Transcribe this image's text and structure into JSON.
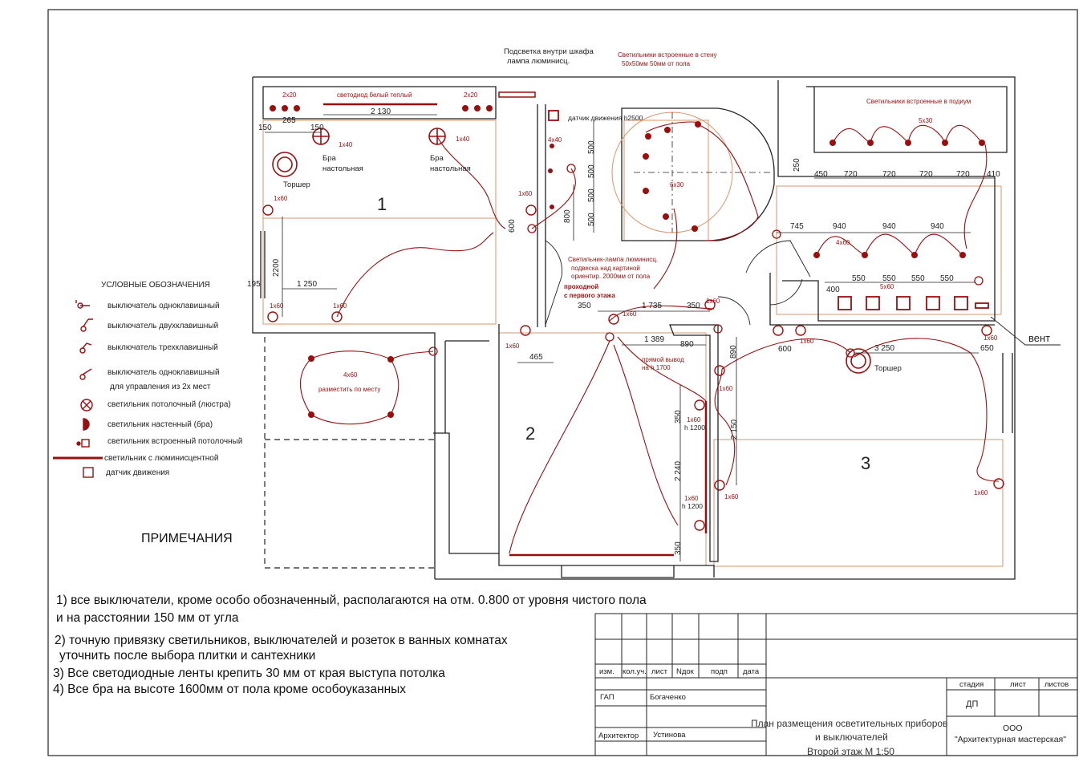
{
  "rooms": {
    "r1": "1",
    "r2": "2",
    "r3": "3"
  },
  "legend": {
    "title": "УСЛОВНЫЕ ОБОЗНАЧЕНИЯ",
    "items": [
      "выключатель одноклавишный",
      "выключатель двухклавишный",
      "выключатель трехклавишный",
      "выключатель одноклавишный",
      "для управления из 2х мест",
      "светильник потолочный (люстра)",
      "светильник настенный (бра)",
      "светильник встроенный потолочный",
      "светильник с люминисцентной",
      "датчик движения"
    ]
  },
  "labels": {
    "cabinet_light_1": "Подсветка внутри шкафа",
    "cabinet_light_2": "лампа люминисц.",
    "wall_lights_1": "Светильники встроенные в стену",
    "wall_lights_2": "50х50мм 50мм от пола",
    "podium": "Светильники встроенные в подиум",
    "motion": "датчик движения h2500",
    "led_strip": "светодиод белый теплый",
    "fluor_1": "Светильник-лампа люминисц.",
    "fluor_2": "подвеска над картиной",
    "fluor_3": "ориентир. 2000мм от пола",
    "passage_1": "проходной",
    "passage_2": "с первого этажа",
    "direct_1": "прямой вывод",
    "direct_2": "на h 1700",
    "place": "разместить по месту",
    "torsher": "Торшер",
    "bra": "Бра",
    "table": "настольная",
    "vent": "вент",
    "h1200": "h 1200"
  },
  "dims": {
    "d2130": "2 130",
    "d265": "265",
    "d150": "150",
    "d2x20": "2х20",
    "d1x40": "1х40",
    "d4x40": "4х40",
    "d6x30": "6х30",
    "d5x30": "5х30",
    "d1x60": "1х60",
    "d4x60": "4х60",
    "d5x60": "5х60",
    "d2200": "2200",
    "d1250": "1 250",
    "d195": "195",
    "d600": "600",
    "d800": "800",
    "d500": "500",
    "d450": "450",
    "d720": "720",
    "d410": "410",
    "d250": "250",
    "d745": "745",
    "d940": "940",
    "d400": "400",
    "d550": "550",
    "d350": "350",
    "d1735": "1 735",
    "d1389": "1 389",
    "d890": "890",
    "d465": "465",
    "d3250": "3 250",
    "d650": "650",
    "d2150": "2 150",
    "d2240": "2 240"
  },
  "notes": {
    "heading": "ПРИМЕЧАНИЯ",
    "n1a": "1)  все выключатели, кроме особо обозначенный, располагаются на отм. 0.800 от уровня чистого пола",
    "n1b": "и на расстоянии 150 мм от угла",
    "n2a": "2)  точную привязку светильников, выключателей и розеток в ванных комнатах",
    "n2b": "уточнить после выбора плитки и сантехники",
    "n3": "3) Все светодиодные ленты крепить 30 мм от края выступа потолка",
    "n4": "4) Все бра на высоте 1600мм от пола кроме особоуказанных"
  },
  "stamp": {
    "h_izm": "изм.",
    "h_kol": "кол.уч.",
    "h_list": "лист",
    "h_ndok": "Nдок",
    "h_podp": "подп",
    "h_data": "дата",
    "gap": "ГАП",
    "gap_name": "Богаченко",
    "arch": "Архитектор",
    "arch_name": "Устинова",
    "stage": "стадия",
    "sheet": "лист",
    "sheets": "листов",
    "stage_val": "ДП",
    "title1": "План размещения осветительных приборов",
    "title2": "и выключателей",
    "title3": "Второй этаж М 1:50",
    "org1": "ООО",
    "org2": "\"Архитектурная мастерская\""
  },
  "colors": {
    "accent": "#9b0e0e",
    "orange": "#d9966a",
    "wall": "#222222"
  }
}
